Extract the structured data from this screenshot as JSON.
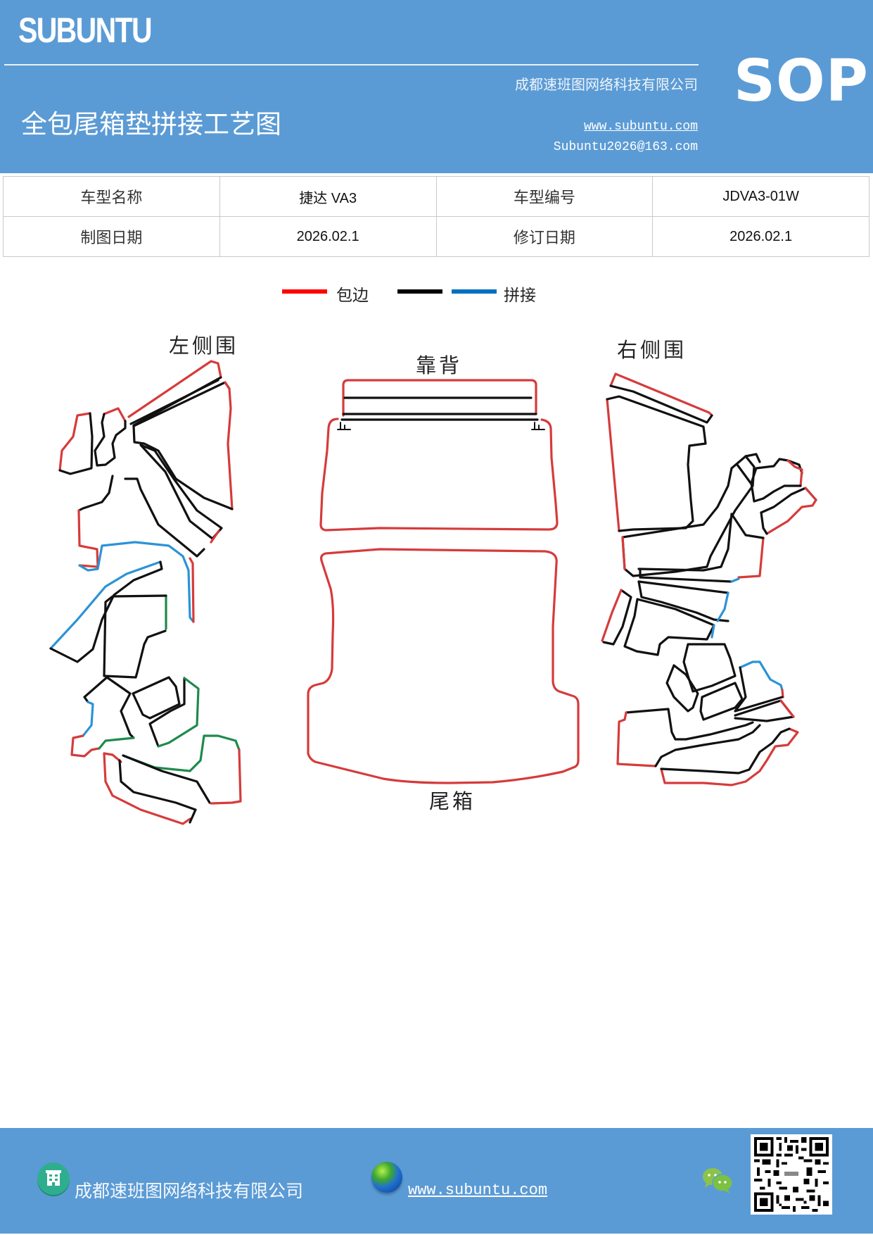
{
  "header": {
    "brand": "SUBUNTU",
    "company": "成都速班图网络科技有限公司",
    "title": "全包尾箱垫拼接工艺图",
    "website": "www.subuntu.com",
    "email": "Subuntu2026@163.com",
    "badge": "SOP",
    "background_color": "#5b9bd5"
  },
  "info_table": {
    "rows": [
      [
        {
          "label": "车型名称",
          "value": "捷达 VA3"
        },
        {
          "label": "车型编号",
          "value": "JDVA3-01W"
        }
      ],
      [
        {
          "label": "制图日期",
          "value": "2026.02.1"
        },
        {
          "label": "修订日期",
          "value": "2026.02.1"
        }
      ]
    ]
  },
  "legend": {
    "items": [
      {
        "label": "包边",
        "color": "#ff0000"
      },
      {
        "label": "",
        "color": "#000000"
      },
      {
        "label": "拼接",
        "color": "#0070c0"
      }
    ]
  },
  "diagram": {
    "labels": {
      "left_side": "左侧围",
      "backrest": "靠背",
      "right_side": "右侧围",
      "trunk": "尾箱"
    },
    "colors": {
      "edge_binding": "#d63b3b",
      "seam": "#111111",
      "splice": "#2b93d6",
      "green": "#1f8a4c"
    }
  },
  "footer": {
    "company": "成都速班图网络科技有限公司",
    "website": "www.subuntu.com ",
    "icons": [
      "building-icon",
      "globe-icon",
      "wechat-icon",
      "qr-code"
    ]
  }
}
